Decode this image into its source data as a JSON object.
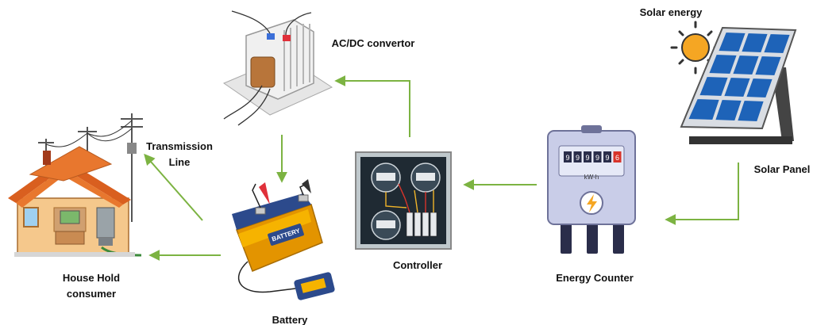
{
  "labels": {
    "solar_energy": "Solar energy",
    "solar_panel": "Solar Panel",
    "energy_counter": "Energy Counter",
    "controller": "Controller",
    "acdc": "AC/DC convertor",
    "transmission": "Transmission\nLine",
    "battery": "Battery",
    "household": "House Hold\nconsumer",
    "battery_case": "BATTERY",
    "meter_unit": "kW-h"
  },
  "meter_digits": [
    "9",
    "9",
    "9",
    "9",
    "9",
    "6"
  ],
  "colors": {
    "arrow": "#7cb342",
    "sun": "#f5a623",
    "panel_cell": "#1e63b8",
    "battery_body": "#f6a800",
    "battery_top": "#2c4a8c",
    "house_roof": "#e8772e",
    "house_wall": "#f5c88c",
    "controller_bg": "#1f2a33",
    "meter_body": "#c9cde8"
  }
}
